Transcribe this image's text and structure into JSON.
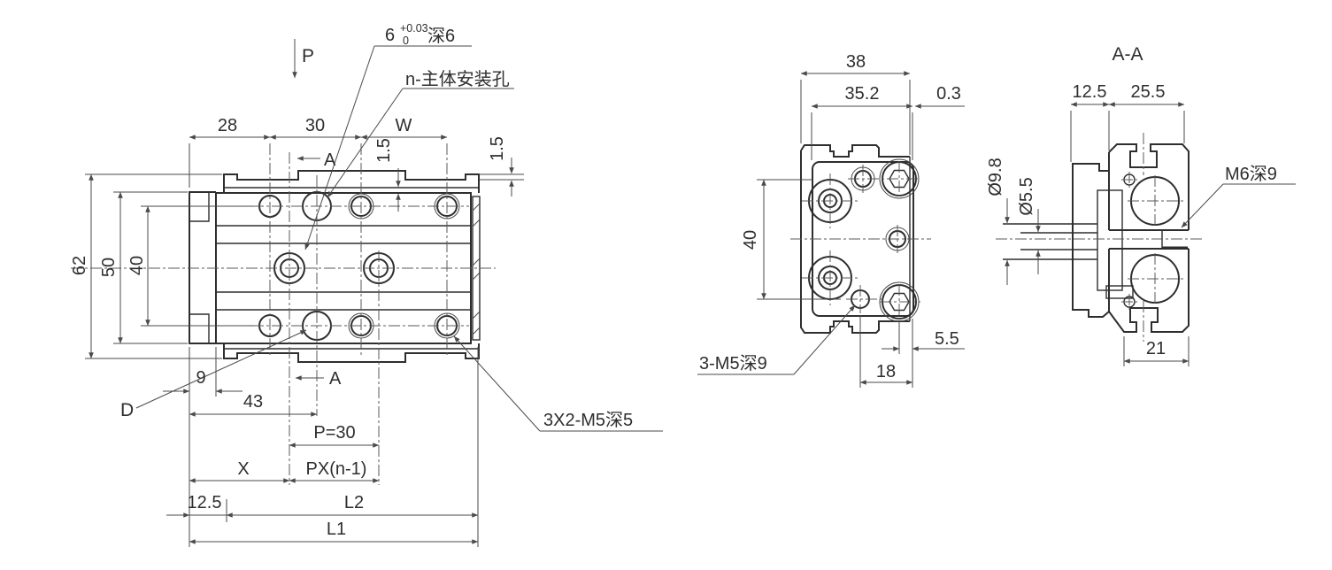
{
  "drawing": {
    "front_view": {
      "pressure_label": "P",
      "callout_slot": {
        "base": "6",
        "tol_upper": "+0.03",
        "tol_lower": "0",
        "suffix": "深6"
      },
      "callout_mounting": "n-主体安装孔",
      "callout_thread": "3X2-M5深5",
      "hole_label": "D",
      "section_arrow_top": "A",
      "section_arrow_bottom": "A",
      "dims": {
        "d28": "28",
        "d30": "30",
        "w": "W",
        "gap_mid": "1.5",
        "gap_right": "1.5",
        "h62": "62",
        "h50": "50",
        "h40": "40",
        "d9": "9",
        "d43": "43",
        "pitch": "P=30",
        "x": "X",
        "px": "PX(n-1)",
        "d125": "12.5",
        "l2": "L2",
        "l1": "L1"
      }
    },
    "side_view": {
      "dims": {
        "d38": "38",
        "d352": "35.2",
        "d03": "0.3",
        "h40": "40",
        "d55": "5.5",
        "d18": "18"
      },
      "callout_thread": "3-M5深9"
    },
    "section_view": {
      "title": "A-A",
      "dims": {
        "d125": "12.5",
        "d255": "25.5",
        "dia98": "Ø9.8",
        "dia55": "Ø5.5",
        "d21": "21"
      },
      "callout_thread": "M6深9"
    },
    "colors": {
      "outline": "#2e2e2e",
      "dimension": "#4a4a4a",
      "background": "#ffffff"
    }
  }
}
